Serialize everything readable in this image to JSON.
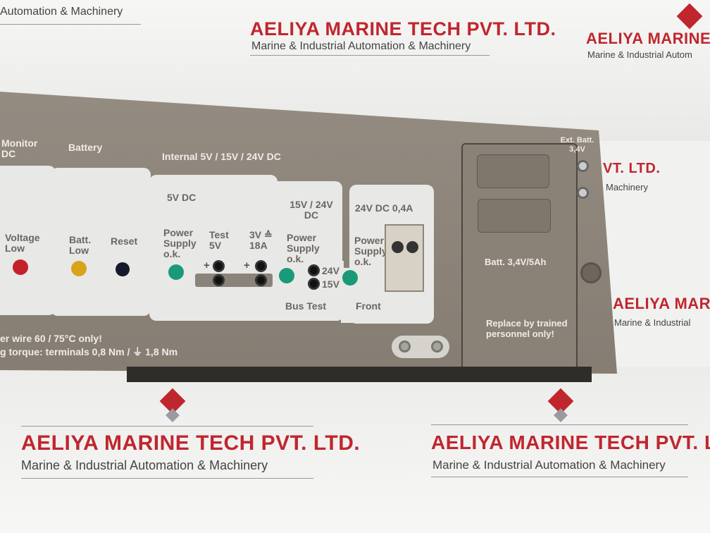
{
  "watermark": {
    "company": "AELIYA MARINE TECH PVT. LTD.",
    "tagline": "Marine & Industrial Automation & Machinery",
    "partial_top_left": "Automation & Machinery",
    "partial_right_1": "AELIYA MARINE",
    "partial_right_1_sub": "Marine & Industrial Autom",
    "partial_right_2": "VT. LTD.",
    "partial_right_2_sub": "Machinery",
    "partial_right_3": "AELIYA MARIN",
    "partial_right_3_sub": "Marine & Industrial",
    "colors": {
      "title": "#c0262e",
      "logo_red": "#c0262e",
      "logo_gray": "#9a9aa0"
    }
  },
  "panel": {
    "section_monitor": "Monitor",
    "section_monitor_sub": "DC",
    "section_battery": "Battery",
    "section_internal": "Internal 5V / 15V / 24V DC",
    "voltage_low": "Voltage Low",
    "batt_low": "Batt. Low",
    "reset": "Reset",
    "five_v_dc": "5V DC",
    "power_supply_ok": "Power Supply o.k.",
    "test_5v": "Test 5V",
    "three_v": "3V ≙ 18A",
    "fifteen_24": "15V / 24V DC",
    "v24": "24V",
    "v15": "15V",
    "bus_test": "Bus Test",
    "twentyfour_dc": "24V DC 0,4A",
    "front": "Front",
    "plus": "+",
    "minus": "−",
    "wire_note": "er wire 60 / 75°C only!",
    "torque_note": "g torque: terminals 0,8 Nm / ⏚ 1,8 Nm",
    "batt_rating": "Batt. 3,4V/5Ah",
    "replace_note": "Replace by trained personnel only!",
    "ext_batt": "Ext. Batt. 3,4V",
    "led_colors": {
      "voltage_low": "#c4222a",
      "batt_low": "#d9a31c",
      "reset": "#141a2a",
      "power_ok": "#1a9a78"
    }
  }
}
